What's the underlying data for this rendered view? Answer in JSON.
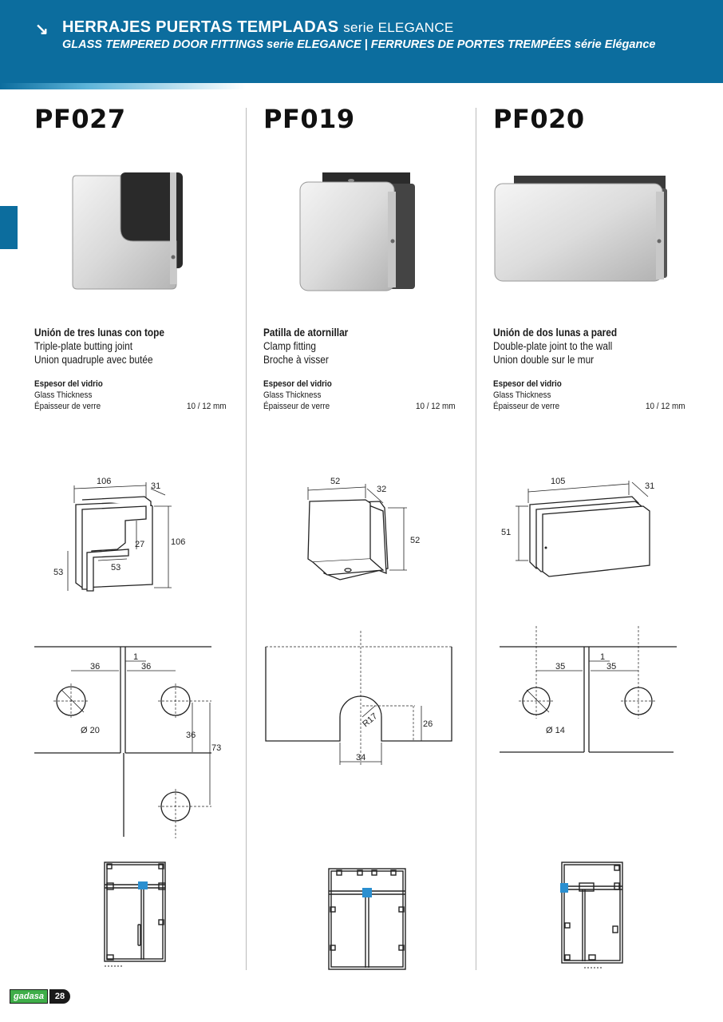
{
  "header": {
    "arrow": "↘",
    "title": "HERRAJES PUERTAS TEMPLADAS",
    "title_serie": "serie ELEGANCE",
    "subtitle": "GLASS TEMPERED DOOR FITTINGS serie ELEGANCE | FERRURES DE PORTES TREMPÉES série Elégance"
  },
  "products": [
    {
      "code": "PF027",
      "name_es": "Unión de tres lunas con tope",
      "name_en": "Triple-plate butting joint",
      "name_fr": "Union quadruple avec butée",
      "thickness_es": "Espesor del vidrio",
      "thickness_en": "Glass Thickness",
      "thickness_fr": "Épaisseur de verre",
      "thickness_value": "10 / 12 mm",
      "dims": {
        "w": "106",
        "d": "31",
        "h": "106",
        "notch_h": "27",
        "notch_w": "53",
        "left_h": "53"
      },
      "drill": {
        "gap": "1",
        "left": "36",
        "right": "36",
        "diam": "Ø 20",
        "v1": "36",
        "v2": "73"
      }
    },
    {
      "code": "PF019",
      "name_es": "Patilla de atornillar",
      "name_en": "Clamp fitting",
      "name_fr": "Broche à visser",
      "thickness_es": "Espesor del vidrio",
      "thickness_en": "Glass Thickness",
      "thickness_fr": "Épaisseur de verre",
      "thickness_value": "10 / 12 mm",
      "dims": {
        "w": "52",
        "d": "32",
        "h": "52"
      },
      "drill": {
        "radius": "R17",
        "depth": "26",
        "width": "34"
      }
    },
    {
      "code": "PF020",
      "name_es": "Unión de dos lunas a pared",
      "name_en": "Double-plate joint to the wall",
      "name_fr": "Union double sur le mur",
      "thickness_es": "Espesor del vidrio",
      "thickness_en": "Glass Thickness",
      "thickness_fr": "Épaisseur de verre",
      "thickness_value": "10 / 12 mm",
      "dims": {
        "w": "105",
        "d": "31",
        "h": "51"
      },
      "drill": {
        "gap": "1",
        "left": "35",
        "right": "35",
        "diam": "Ø 14"
      }
    }
  ],
  "footer": {
    "logo": "gadasa",
    "page": "28"
  },
  "colors": {
    "brand": "#0c6d9e",
    "highlight": "#2a8fd0",
    "logo_green": "#3fae49"
  }
}
